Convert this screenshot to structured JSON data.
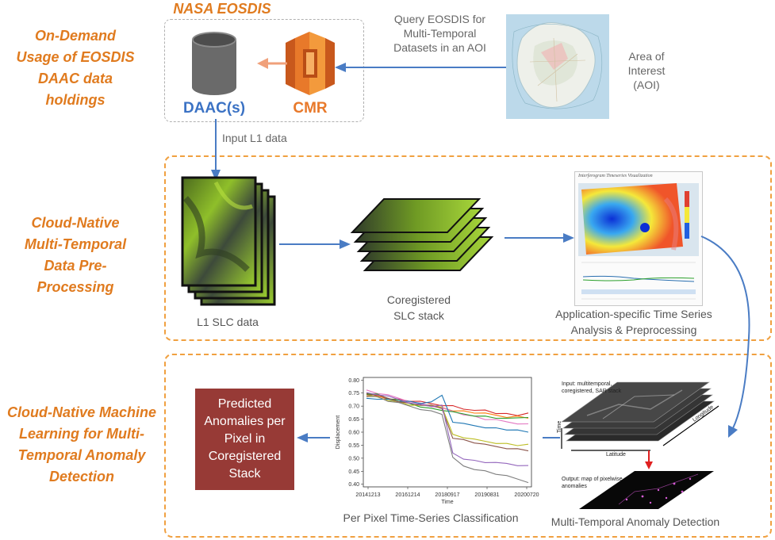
{
  "header": {
    "title": "NASA EOSDIS"
  },
  "stages": [
    {
      "label": "On-Demand Usage of EOSDIS DAAC data holdings"
    },
    {
      "label": "Cloud-Native Multi-Temporal Data Pre-Processing"
    },
    {
      "label": "Cloud-Native Machine Learning for Multi-Temporal Anomaly Detection"
    }
  ],
  "top": {
    "daac_label": "DAAC(s)",
    "cmr_label": "CMR",
    "query_text": "Query EOSDIS for Multi-Temporal Datasets in an AOI",
    "aoi_text": "Area of Interest (AOI)",
    "input_text": "Input L1 data"
  },
  "middle": {
    "l1_caption": "L1 SLC data",
    "stack_caption": "Coregistered SLC stack",
    "analysis_caption": "Application-specific Time Series Analysis & Preprocessing",
    "screen_title": "Interferogram Timeseries Visualization"
  },
  "bottom": {
    "prediction_text": "Predicted Anomalies per Pixel in Coregistered Stack",
    "classification_caption": "Per Pixel Time-Series Classification",
    "detection_caption": "Multi-Temporal Anomaly Detection",
    "input_note": "Input: multitemporal, coregistered, SAR stack",
    "output_note": "Output: map of pixelwise anomalies",
    "axis_time": "Time",
    "axis_latitude": "Latitude",
    "axis_longitude": "Longitude"
  },
  "chart_data": {
    "type": "line",
    "xlabel": "Time",
    "ylabel": "Displacement",
    "ylim": [
      0.39,
      0.81
    ],
    "yticks": [
      "0.80",
      "0.75",
      "0.70",
      "0.65",
      "0.60",
      "0.55",
      "0.50",
      "0.45",
      "0.40"
    ],
    "xticks": [
      "20141213",
      "20161214",
      "20180917",
      "20190831",
      "20200720"
    ],
    "series": [
      {
        "color": "#d62728",
        "values": [
          0.745,
          0.74,
          0.73,
          0.725,
          0.72,
          0.715,
          0.71,
          0.705,
          0.7,
          0.69,
          0.68,
          0.685,
          0.675,
          0.67,
          0.665,
          0.67
        ]
      },
      {
        "color": "#ff7f0e",
        "values": [
          0.74,
          0.735,
          0.73,
          0.72,
          0.71,
          0.705,
          0.7,
          0.695,
          0.685,
          0.68,
          0.675,
          0.67,
          0.665,
          0.66,
          0.66,
          0.655
        ]
      },
      {
        "color": "#e377c2",
        "values": [
          0.76,
          0.75,
          0.74,
          0.73,
          0.72,
          0.71,
          0.7,
          0.69,
          0.68,
          0.67,
          0.66,
          0.65,
          0.645,
          0.64,
          0.635,
          0.63
        ]
      },
      {
        "color": "#2ca02c",
        "values": [
          0.75,
          0.745,
          0.73,
          0.72,
          0.71,
          0.7,
          0.69,
          0.685,
          0.675,
          0.67,
          0.665,
          0.66,
          0.655,
          0.65,
          0.655,
          0.66
        ]
      },
      {
        "color": "#1f77b4",
        "values": [
          0.73,
          0.73,
          0.725,
          0.72,
          0.715,
          0.71,
          0.72,
          0.74,
          0.64,
          0.63,
          0.625,
          0.62,
          0.615,
          0.61,
          0.605,
          0.6
        ]
      },
      {
        "color": "#bcbd22",
        "values": [
          0.74,
          0.735,
          0.725,
          0.715,
          0.705,
          0.7,
          0.7,
          0.7,
          0.59,
          0.58,
          0.57,
          0.565,
          0.56,
          0.555,
          0.55,
          0.55
        ]
      },
      {
        "color": "#8c564b",
        "values": [
          0.745,
          0.74,
          0.73,
          0.72,
          0.71,
          0.705,
          0.7,
          0.69,
          0.58,
          0.57,
          0.56,
          0.55,
          0.545,
          0.54,
          0.535,
          0.53
        ]
      },
      {
        "color": "#9467bd",
        "values": [
          0.75,
          0.745,
          0.735,
          0.725,
          0.715,
          0.705,
          0.7,
          0.7,
          0.52,
          0.5,
          0.49,
          0.485,
          0.48,
          0.48,
          0.475,
          0.47
        ]
      },
      {
        "color": "#7f7f7f",
        "values": [
          0.74,
          0.735,
          0.72,
          0.71,
          0.7,
          0.69,
          0.68,
          0.67,
          0.5,
          0.47,
          0.46,
          0.45,
          0.44,
          0.43,
          0.42,
          0.41
        ]
      }
    ]
  }
}
